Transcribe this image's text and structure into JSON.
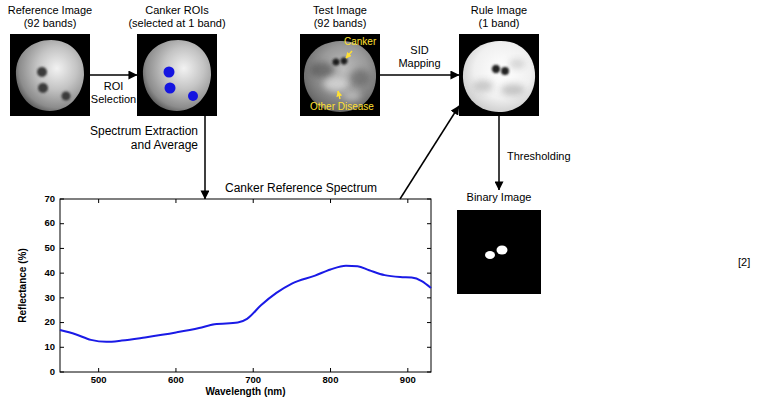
{
  "diagram": {
    "nodes": [
      {
        "text": [
          "Reference Image (92 bands)"
        ]
      },
      {
        "text": [
          "Canker ROIs (selected at 1 band)"
        ]
      },
      {
        "text": [
          "Test Image (92 bands)",
          "Canker",
          "Other Disease"
        ]
      },
      {
        "text": [
          "Rule Image (1 band)"
        ]
      },
      {
        "text": [
          "Canker Reference Spectrum"
        ]
      },
      {
        "text": [
          "Binary Image"
        ]
      }
    ],
    "edges": [
      {
        "from": 0,
        "to": 1,
        "arrow": "to",
        "label": "ROI Selection"
      },
      {
        "from": 1,
        "to": 4,
        "arrow": "to",
        "label": "Spectrum Extraction and Average"
      },
      {
        "from": 2,
        "to": 3,
        "arrow": "to",
        "label": "SID Mapping"
      },
      {
        "from": 4,
        "to": 3,
        "arrow": "to"
      },
      {
        "from": 3,
        "to": 5,
        "arrow": "to",
        "label": "Thresholding"
      }
    ],
    "labels": [
      "70",
      "60",
      "50",
      "40",
      "30",
      "20",
      "10",
      "0",
      "500",
      "600",
      "700",
      "800",
      "900",
      "Reflectance (%)",
      "Wavelength (nm)",
      "[2]"
    ]
  }
}
